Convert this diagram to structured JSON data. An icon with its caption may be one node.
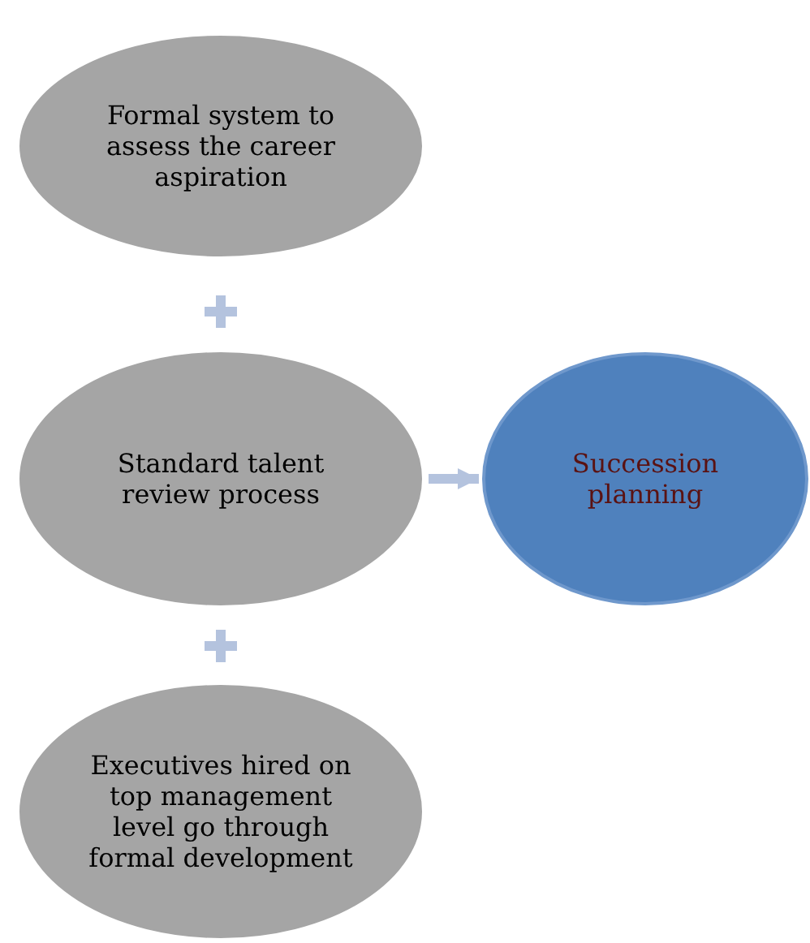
{
  "diagram": {
    "nodes": [
      {
        "text": [
          "Formal system to assess the career aspiration"
        ]
      },
      {
        "text": [
          "Standard talent review process"
        ]
      },
      {
        "text": [
          "Executives hired on top management level go through formal development"
        ]
      },
      {
        "text": [
          "Succession planning"
        ]
      }
    ],
    "edges": [
      {
        "from": 1,
        "to": 3,
        "arrow": "to"
      }
    ]
  }
}
